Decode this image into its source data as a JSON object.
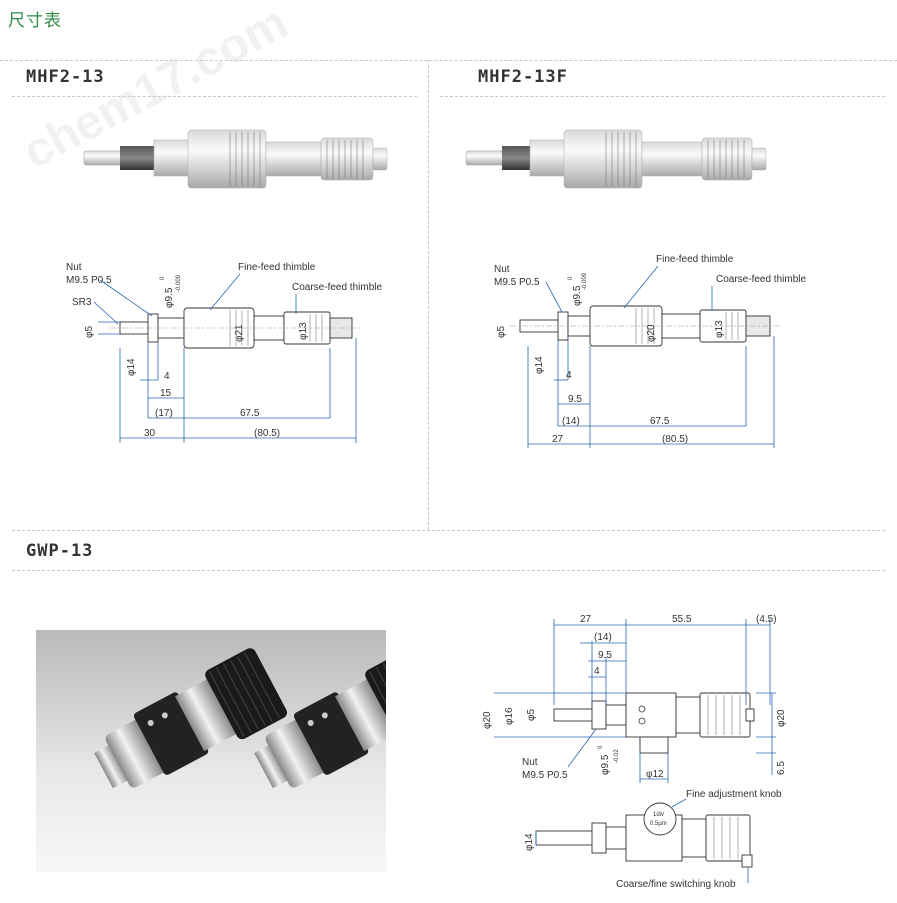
{
  "page": {
    "title": "尺寸表"
  },
  "watermark": {
    "text": "chem17.com"
  },
  "sections": {
    "mhf2_13": {
      "title": "MHF2-13",
      "drawing": {
        "nut_label": "Nut",
        "nut_spec": "M9.5 P0.5",
        "sr_label": "SR3",
        "dia_spindle": "φ5",
        "dia_stem": "φ9.5",
        "dia_stem_tol_top": "0",
        "dia_stem_tol_bottom": "-0.009",
        "dia_body": "φ14",
        "dia_fine": "φ21",
        "dia_coarse": "φ13",
        "fine_label": "Fine-feed thimble",
        "coarse_label": "Coarse-feed thimble",
        "d_4": "4",
        "d_15": "15",
        "d_17": "(17)",
        "d_67_5": "67.5",
        "d_30": "30",
        "d_80_5": "(80.5)"
      }
    },
    "mhf2_13f": {
      "title": "MHF2-13F",
      "drawing": {
        "nut_label": "Nut",
        "nut_spec": "M9.5 P0.5",
        "dia_spindle": "φ5",
        "dia_stem": "φ9.5",
        "dia_stem_tol_top": "0",
        "dia_stem_tol_bottom": "-0.009",
        "dia_body": "φ14",
        "dia_fine": "φ20",
        "dia_coarse": "φ13",
        "fine_label": "Fine-feed thimble",
        "coarse_label": "Coarse-feed thimble",
        "d_4": "4",
        "d_9_5": "9.5",
        "d_14": "(14)",
        "d_67_5": "67.5",
        "d_27": "27",
        "d_80_5": "(80.5)"
      }
    },
    "gwp_13": {
      "title": "GWP-13",
      "drawing": {
        "d_27": "27",
        "d_55_5": "55.5",
        "d_4_5": "(4.5)",
        "d_14": "(14)",
        "d_9_5": "9.5",
        "d_4": "4",
        "dia_20_left": "φ20",
        "dia_16": "φ16",
        "dia_5": "φ5",
        "dia_20_right": "φ20",
        "d_6_5": "6.5",
        "nut_label": "Nut",
        "nut_spec": "M9.5 P0.5",
        "dia_stem": "φ9.5",
        "dia_stem_tol_top": "0",
        "dia_stem_tol_bottom": "-0.02",
        "dia_12": "φ12",
        "fine_adj_label": "Fine adjustment knob",
        "dial_text_1": "1div",
        "dial_text_2": "0.5μm",
        "dia_14": "φ14",
        "switch_label": "Coarse/fine switching knob"
      }
    }
  },
  "colors": {
    "title_green": "#2f8a45",
    "dimension_blue": "#2a66b2",
    "divider": "#c8c8c8"
  }
}
